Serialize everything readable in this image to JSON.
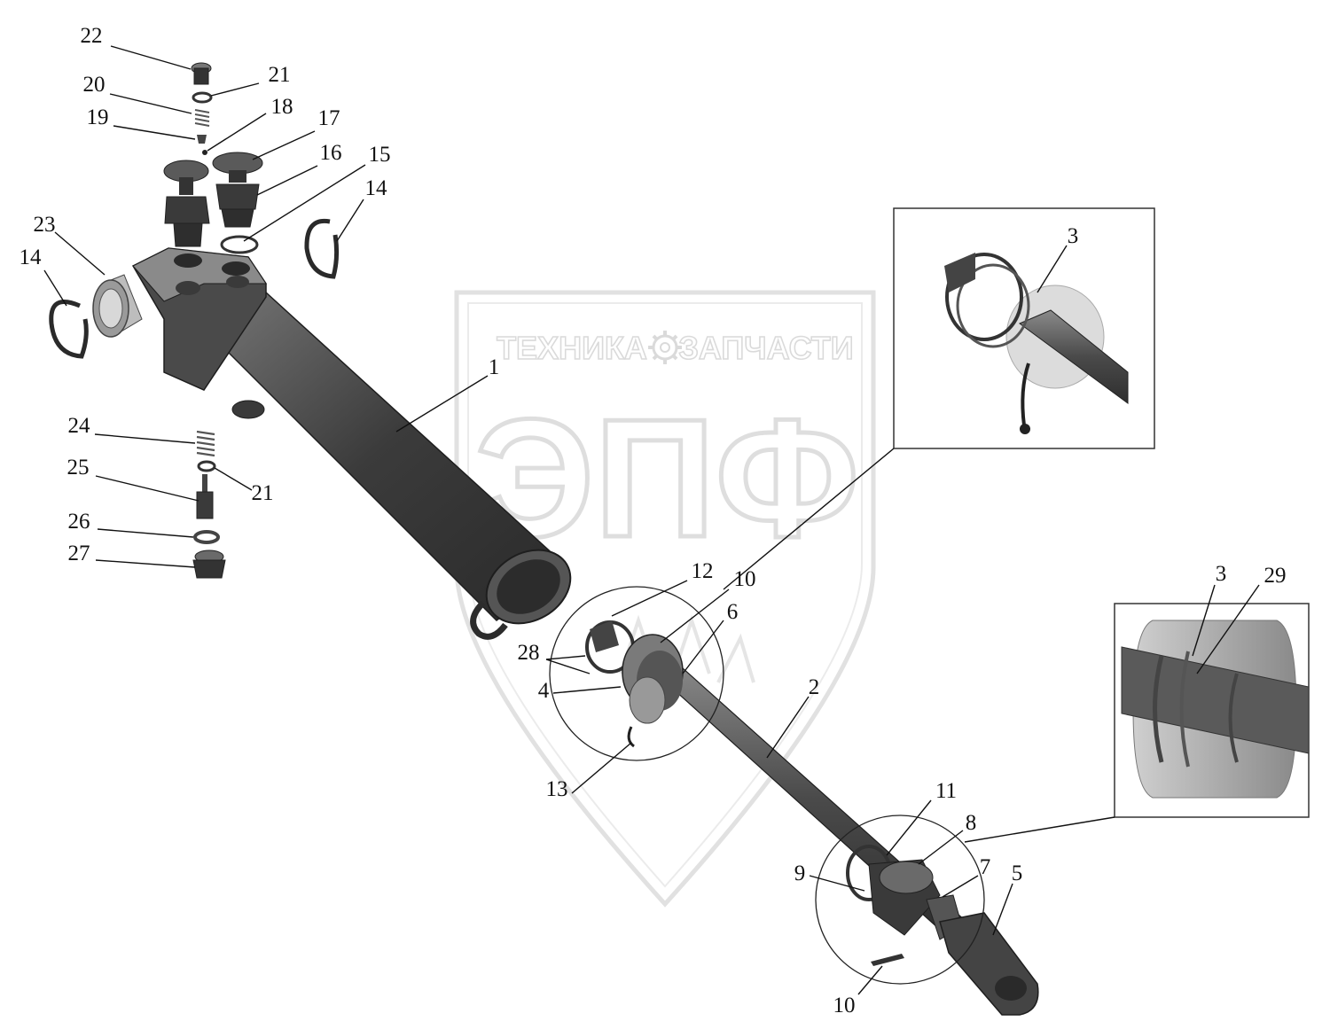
{
  "watermark": {
    "line1_left": "ТЕХНИКА",
    "line1_right": "ЗАПЧАСТИ",
    "big": "ЭПФ",
    "gear_icon": "gear-icon"
  },
  "colors": {
    "part_dark": "#3e3e3e",
    "part_mid": "#6a6a6a",
    "part_light": "#a0a0a0",
    "watermark": "#c9c9c9"
  },
  "callouts": [
    {
      "id": "1",
      "label": "1"
    },
    {
      "id": "2",
      "label": "2"
    },
    {
      "id": "3a",
      "label": "3"
    },
    {
      "id": "3b",
      "label": "3"
    },
    {
      "id": "4",
      "label": "4"
    },
    {
      "id": "5",
      "label": "5"
    },
    {
      "id": "6",
      "label": "6"
    },
    {
      "id": "7",
      "label": "7"
    },
    {
      "id": "8",
      "label": "8"
    },
    {
      "id": "9",
      "label": "9"
    },
    {
      "id": "10a",
      "label": "10"
    },
    {
      "id": "10b",
      "label": "10"
    },
    {
      "id": "11",
      "label": "11"
    },
    {
      "id": "12",
      "label": "12"
    },
    {
      "id": "13",
      "label": "13"
    },
    {
      "id": "14a",
      "label": "14"
    },
    {
      "id": "14b",
      "label": "14"
    },
    {
      "id": "15",
      "label": "15"
    },
    {
      "id": "16",
      "label": "16"
    },
    {
      "id": "17",
      "label": "17"
    },
    {
      "id": "18",
      "label": "18"
    },
    {
      "id": "19",
      "label": "19"
    },
    {
      "id": "20",
      "label": "20"
    },
    {
      "id": "21a",
      "label": "21"
    },
    {
      "id": "21b",
      "label": "21"
    },
    {
      "id": "22",
      "label": "22"
    },
    {
      "id": "23",
      "label": "23"
    },
    {
      "id": "24",
      "label": "24"
    },
    {
      "id": "25",
      "label": "25"
    },
    {
      "id": "26",
      "label": "26"
    },
    {
      "id": "27",
      "label": "27"
    },
    {
      "id": "28",
      "label": "28"
    },
    {
      "id": "29",
      "label": "29"
    }
  ]
}
